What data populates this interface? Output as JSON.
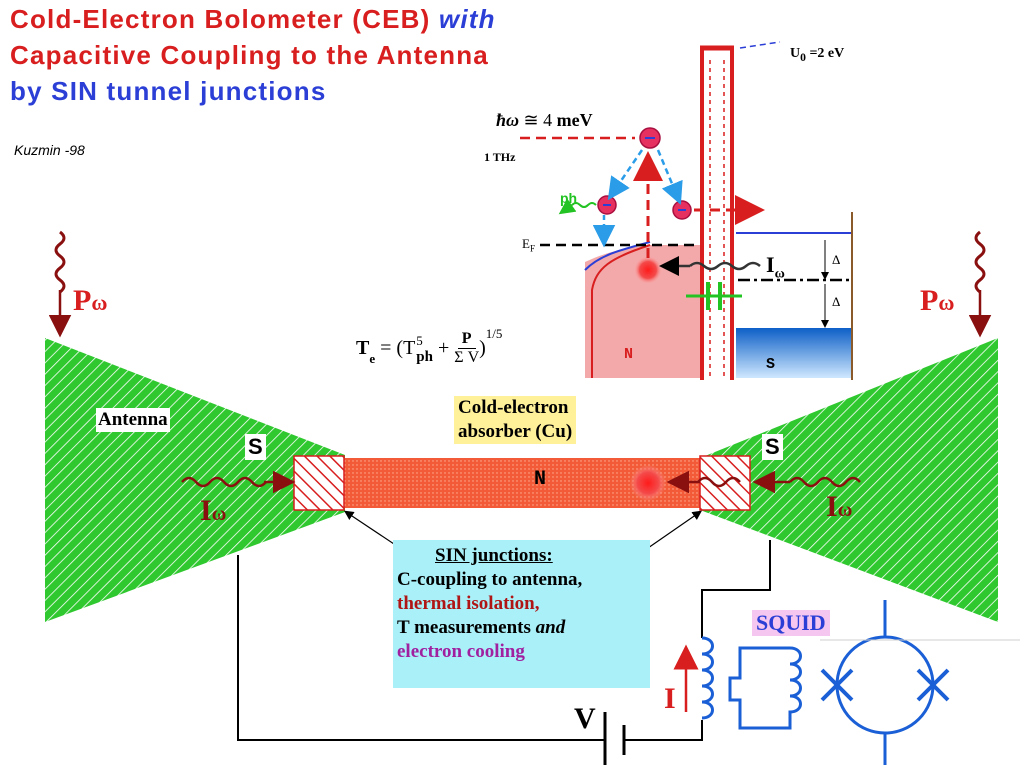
{
  "title": {
    "line1_red": "Cold-Electron Bolometer (CEB) ",
    "line1_blue": "with",
    "line2": "Capacitive Coupling to the Antenna",
    "line3": "by SIN tunnel junctions"
  },
  "author": "Kuzmin -98",
  "band": {
    "u0": "U",
    "u0_sub": "0",
    "u0_val": " =2 eV",
    "hw_symbol": "ħω",
    "hw_val": " ≅ 4 ",
    "hw_unit": "meV",
    "freq": "1 THz",
    "ph": "ph",
    "ef": "E",
    "ef_sub": "F",
    "i_omega": "I",
    "i_omega_sub": "ω",
    "delta": "Δ",
    "n_label": "N",
    "s_label": "S"
  },
  "formula": {
    "lhs": "T",
    "lhs_sub": "e",
    "eq": " = (T",
    "sup5": "5",
    "sub_ph": "ph",
    "plus": " + ",
    "num": "P",
    "den": "Σ V",
    "close": ")",
    "exp": "1/5"
  },
  "labels": {
    "p_omega": "P",
    "omega": "ω",
    "antenna": "Antenna",
    "s": "S",
    "n": "N",
    "absorber_line1": "Cold-electron",
    "absorber_line2": "absorber (Cu)",
    "i_omega": "I",
    "i_omega_sub": "ω"
  },
  "sin_box": {
    "title": "SIN junctions:",
    "line1": "C-coupling to antenna,",
    "line2": "thermal isolation,",
    "line3a": "T measurements ",
    "line3b": "and",
    "line4": "electron cooling"
  },
  "circuit": {
    "squid": "SQUID",
    "i": "I",
    "v": "V"
  },
  "colors": {
    "title_red": "#d81e1e",
    "title_blue": "#2b3fd6",
    "antenna_green": "#22c322",
    "absorber": "#f05a3a",
    "hatch": "#d81e1e",
    "n_region": "#f3a9aa",
    "s_region": "#1e7ad8",
    "sin_box": "#a9f0f8",
    "absorber_label": "#fff09a",
    "squid_label": "#f5c6f0",
    "electron": "#e53060"
  }
}
